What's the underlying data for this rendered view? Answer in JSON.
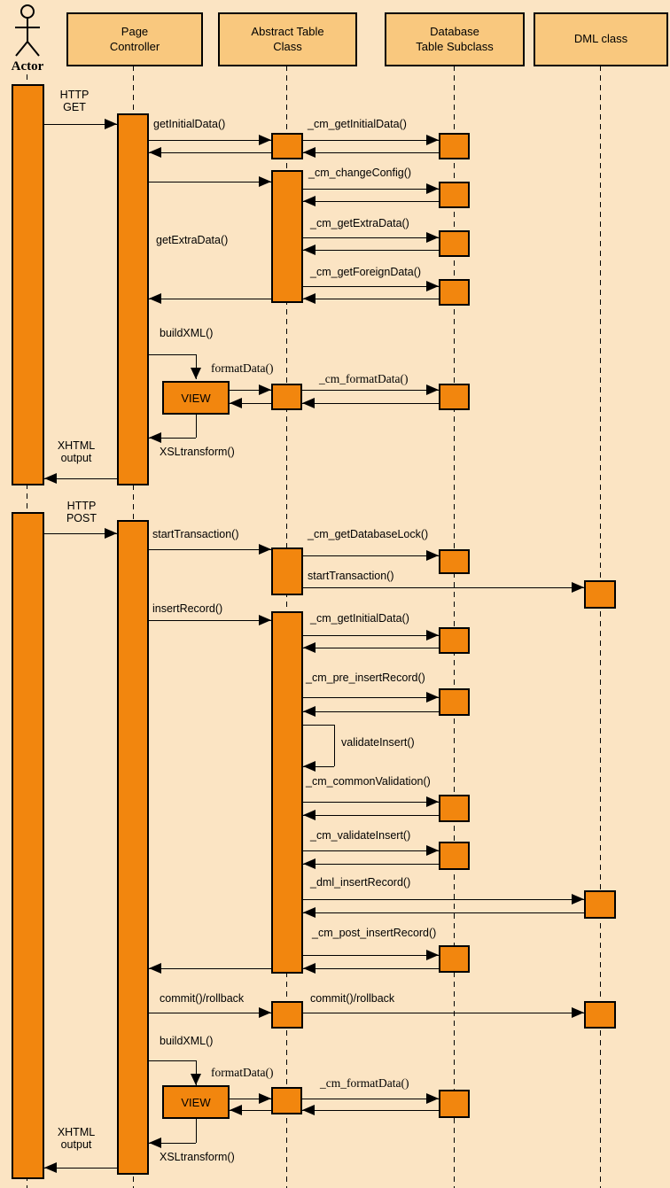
{
  "colors": {
    "background": "#fbe4c3",
    "header_fill": "#f9c87e",
    "activation_fill": "#f2860e",
    "line": "#000000"
  },
  "actor_label": "Actor",
  "view_box_label": "VIEW",
  "participants": [
    {
      "name": "page-controller",
      "lines": [
        "Page",
        "Controller"
      ]
    },
    {
      "name": "abstract-table-class",
      "lines": [
        "Abstract Table",
        "Class"
      ]
    },
    {
      "name": "database-table-subclass",
      "lines": [
        "Database",
        "Table Subclass"
      ]
    },
    {
      "name": "dml-class",
      "lines": [
        "DML class"
      ]
    }
  ],
  "messages": {
    "get": {
      "http_get": [
        "HTTP",
        "GET"
      ],
      "get_initial_data": "getInitialData()",
      "cm_get_initial_data": "_cm_getInitialData()",
      "get_extra_data": "getExtraData()",
      "cm_change_config": "_cm_changeConfig()",
      "cm_get_extra_data": "_cm_getExtraData()",
      "cm_get_foreign_data": "_cm_getForeignData()",
      "build_xml": "buildXML()",
      "format_data": "formatData()",
      "cm_format_data": "_cm_formatData()",
      "xsl_transform": "XSLtransform()",
      "xhtml_output": [
        "XHTML",
        "output"
      ]
    },
    "post": {
      "http_post": [
        "HTTP",
        "POST"
      ],
      "start_transaction": "startTransaction()",
      "cm_get_database_lock": "_cm_getDatabaseLock()",
      "start_transaction_dml": "startTransaction()",
      "insert_record": "insertRecord()",
      "cm_get_initial_data": "_cm_getInitialData()",
      "cm_pre_insert_record": "_cm_pre_insertRecord()",
      "validate_insert": "validateInsert()",
      "cm_common_validation": "_cm_commonValidation()",
      "cm_validate_insert": "_cm_validateInsert()",
      "dml_insert_record": "_dml_insertRecord()",
      "cm_post_insert_record": "_cm_post_insertRecord()",
      "commit_rollback": "commit()/rollback",
      "commit_rollback_dml": "commit()/rollback",
      "build_xml": "buildXML()",
      "format_data": "formatData()",
      "cm_format_data": "_cm_formatData()",
      "xsl_transform": "XSLtransform()",
      "xhtml_output": [
        "XHTML",
        "output"
      ]
    }
  }
}
